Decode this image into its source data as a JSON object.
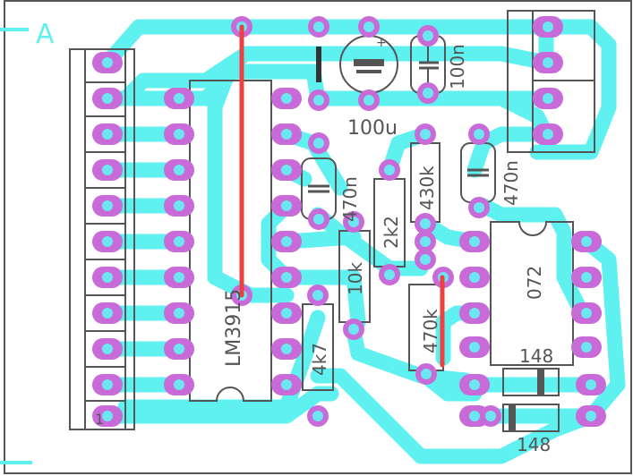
{
  "board": {
    "corner_label": "A",
    "trace_color": "#5ff0f0",
    "pad_color": "#c86bd8",
    "jumper_color": "#ee4040",
    "silk_color": "#555555"
  },
  "components": {
    "ic1": "LM3915",
    "ic2": "072",
    "electrolytic": "100u",
    "cap_top": "100n",
    "cap_mid": "470n",
    "cap_right": "470n",
    "res_430k": "430k",
    "res_2k2": "2k2",
    "res_10k": "10k",
    "res_470k": "470k",
    "res_4k7": "4k7",
    "diode_top": "148",
    "diode_bottom": "148",
    "connector_pin1": "1",
    "cap_plus": "+"
  }
}
